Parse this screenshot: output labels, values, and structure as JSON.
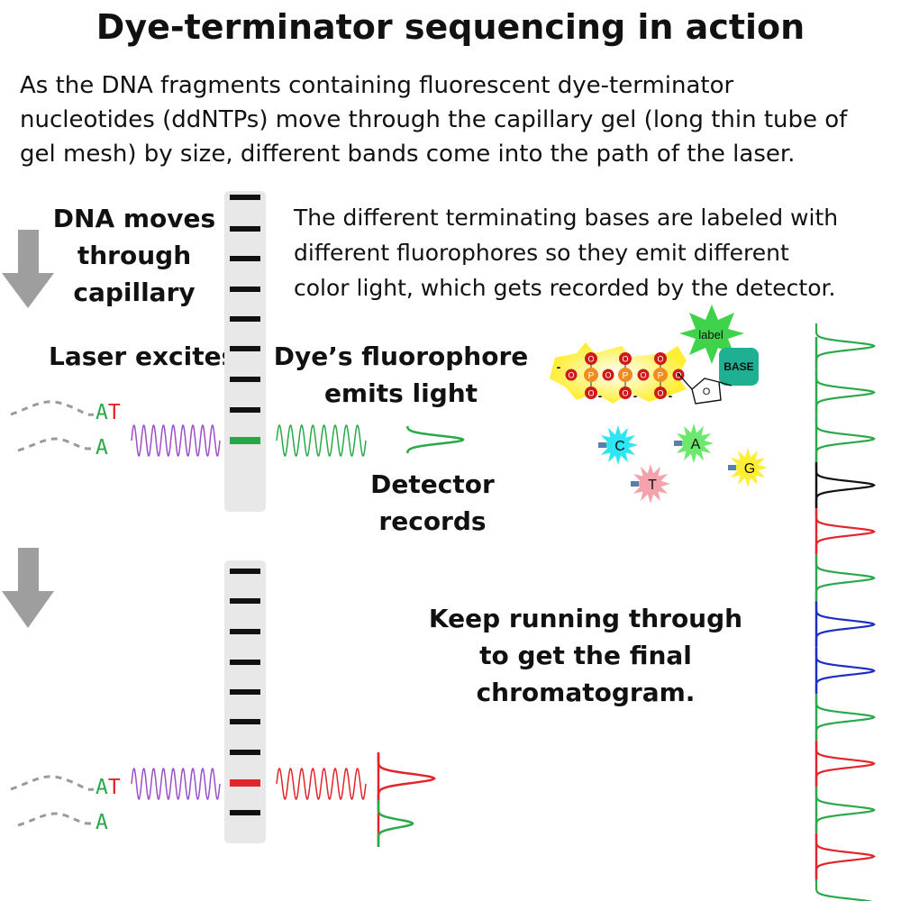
{
  "title": "Dye-terminator sequencing in action",
  "intro": [
    "As the DNA fragments containing fluorescent dye-terminator",
    "nucleotides (ddNTPs) move through the capillary gel (long thin tube of",
    "gel mesh) by size, different bands come into the path of the laser."
  ],
  "labels": {
    "dna_moves": [
      "DNA moves",
      "through",
      "capillary"
    ],
    "laser": "Laser excites",
    "dye": [
      "Dye’s fluorophore",
      "emits light"
    ],
    "detector": [
      "Detector",
      "records"
    ]
  },
  "fluor_text": [
    "The different terminating bases are labeled with",
    "different fluorophores so they emit different",
    "color light, which gets recorded by the detector."
  ],
  "keep_text": [
    "Keep running through",
    "to get the final",
    "chromatogram."
  ],
  "strand_letters": {
    "a": "A",
    "t": "T"
  },
  "ddntp": {
    "label": "label",
    "base": "BASE",
    "phosphate": "P",
    "oxygen": "O",
    "ring_oxygen": "O",
    "charge": "-"
  },
  "bases": [
    "C",
    "A",
    "T",
    "G"
  ],
  "colors": {
    "A": "#2aa84a",
    "T": "#e3242b",
    "C": "#1e2ec4",
    "G": "#111111",
    "laser": "#9b4fc9",
    "band_top": "#22a84a",
    "band_bottom": "#e3242b"
  },
  "chromatogram_sequence": [
    "A",
    "A",
    "A",
    "G",
    "T",
    "A",
    "C",
    "C",
    "A",
    "T",
    "A",
    "T",
    "A"
  ]
}
